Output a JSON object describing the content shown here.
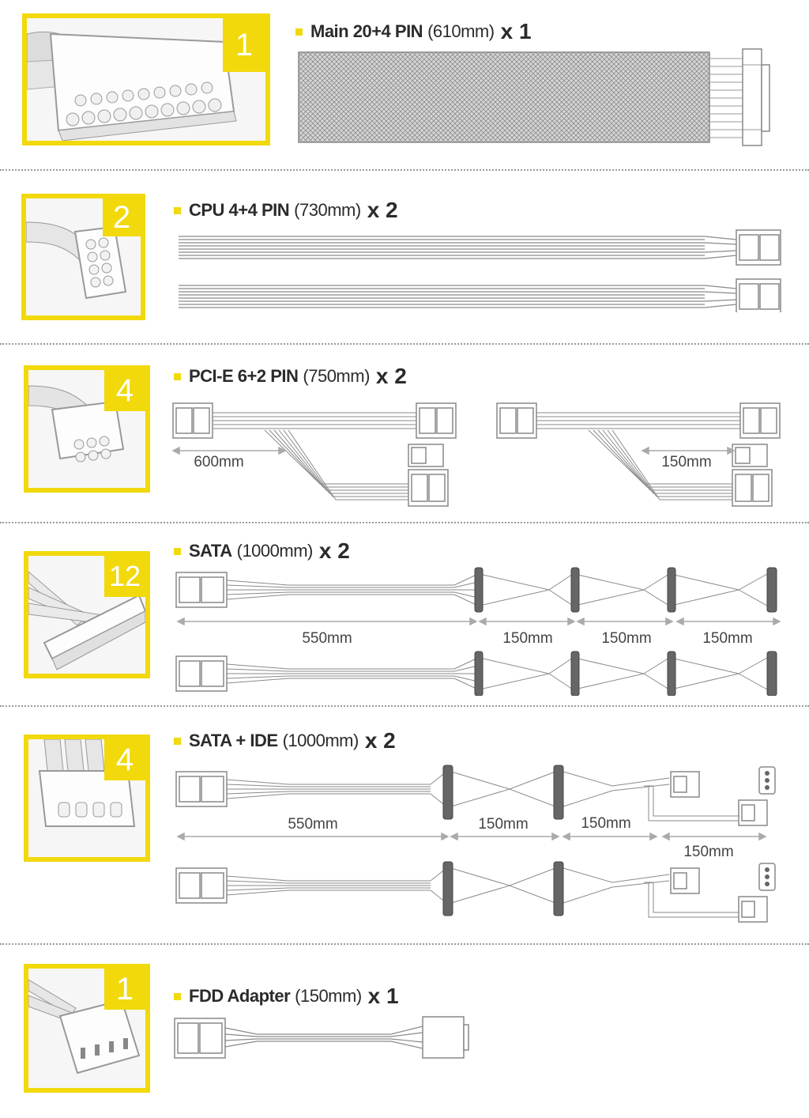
{
  "colors": {
    "accent": "#f2d90c",
    "line": "#8a8a8a",
    "text": "#2b2b2b"
  },
  "cables": [
    {
      "badge": "1",
      "name": "Main 20+4 PIN",
      "length": "(610mm)",
      "qty": "x 1",
      "icon": "atx-24pin-connector-icon"
    },
    {
      "badge": "2",
      "name": "CPU 4+4 PIN",
      "length": "(730mm)",
      "qty": "x 2",
      "icon": "eps-8pin-connector-icon"
    },
    {
      "badge": "4",
      "name": "PCI-E 6+2 PIN",
      "length": "(750mm)",
      "qty": "x 2",
      "icon": "pcie-6pin-connector-icon",
      "dims": [
        "600mm",
        "150mm"
      ]
    },
    {
      "badge": "12",
      "name": "SATA",
      "length": "(1000mm)",
      "qty": "x 2",
      "icon": "sata-connector-icon",
      "dims": [
        "550mm",
        "150mm",
        "150mm",
        "150mm"
      ]
    },
    {
      "badge": "4",
      "name": "SATA + IDE",
      "length": "(1000mm)",
      "qty": "x 2",
      "icon": "molex-4pin-connector-icon",
      "dims": [
        "550mm",
        "150mm",
        "150mm",
        "150mm"
      ]
    },
    {
      "badge": "1",
      "name": "FDD Adapter",
      "length": "(150mm)",
      "qty": "x 1",
      "icon": "fdd-4pin-connector-icon"
    }
  ]
}
